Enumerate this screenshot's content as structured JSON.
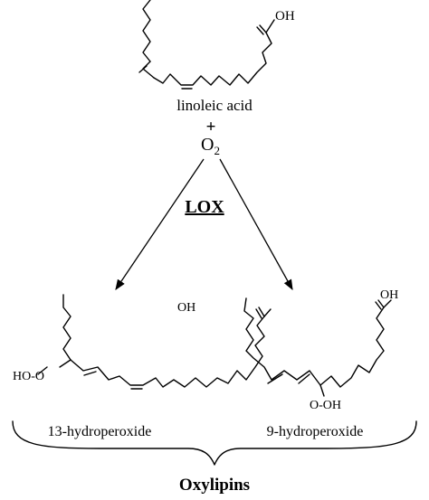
{
  "substrate": {
    "name": "linoleic acid",
    "plus": "+",
    "oxygen": "O",
    "oxygen_subscript": "2",
    "acid_group": "OH"
  },
  "enzyme": {
    "label": "LOX"
  },
  "products": {
    "left": {
      "name": "13-hydroperoxide",
      "acid_group": "OH",
      "hydroperoxy_group": "HO-O"
    },
    "right": {
      "name": "9-hydroperoxide",
      "acid_group": "OH",
      "hydroperoxy_group": "O-OH"
    }
  },
  "group_label": "Oxylipins"
}
